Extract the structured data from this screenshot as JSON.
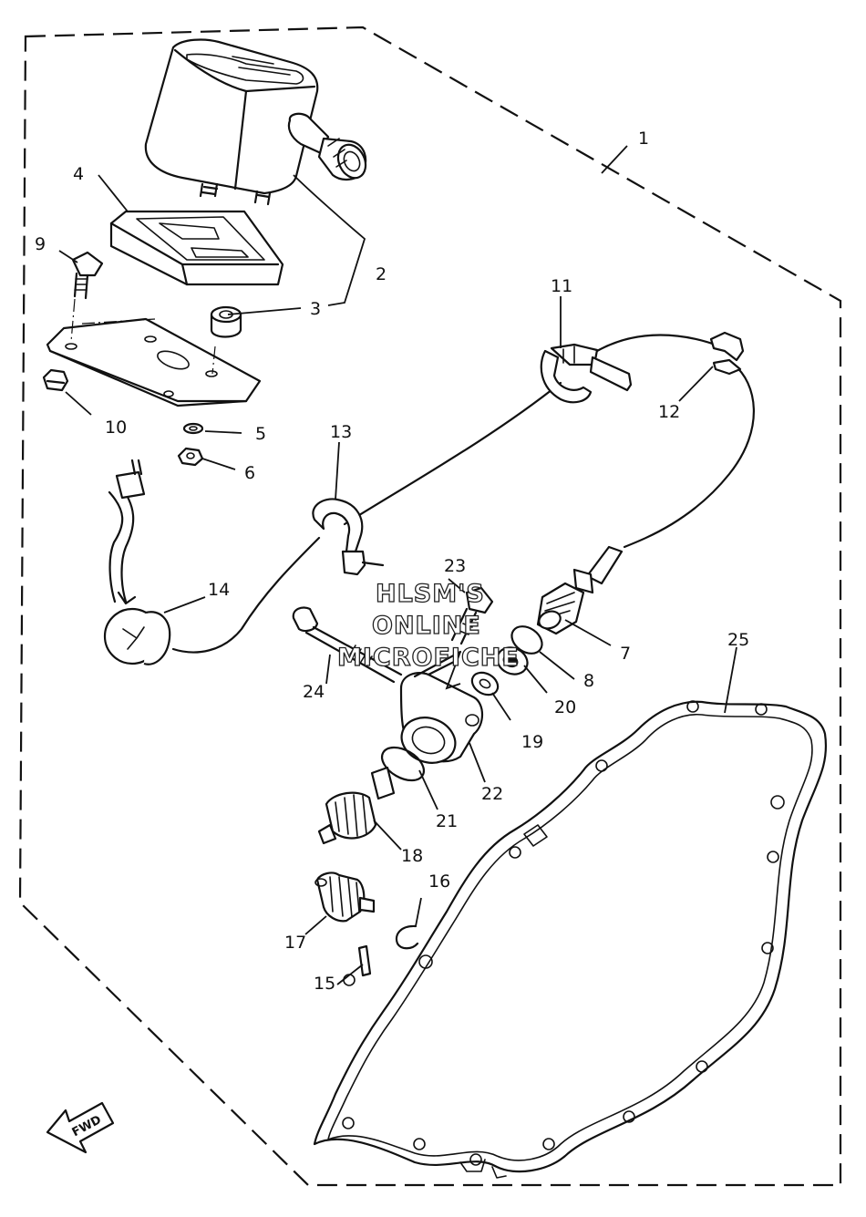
{
  "parts": [
    {
      "ref": "1"
    },
    {
      "ref": "2"
    },
    {
      "ref": "3"
    },
    {
      "ref": "4"
    },
    {
      "ref": "5"
    },
    {
      "ref": "6"
    },
    {
      "ref": "7"
    },
    {
      "ref": "8"
    },
    {
      "ref": "9"
    },
    {
      "ref": "10"
    },
    {
      "ref": "11"
    },
    {
      "ref": "12"
    },
    {
      "ref": "13"
    },
    {
      "ref": "14"
    },
    {
      "ref": "15"
    },
    {
      "ref": "16"
    },
    {
      "ref": "17"
    },
    {
      "ref": "18"
    },
    {
      "ref": "19"
    },
    {
      "ref": "20"
    },
    {
      "ref": "21"
    },
    {
      "ref": "22"
    },
    {
      "ref": "23"
    },
    {
      "ref": "24"
    },
    {
      "ref": "25"
    }
  ],
  "watermark": {
    "line1": "HLSM'S",
    "line2": "ONLINE",
    "line3": "MICROFICHE"
  },
  "direction_arrow": {
    "label": "FWD",
    "icon": "fwd-arrow-icon"
  }
}
